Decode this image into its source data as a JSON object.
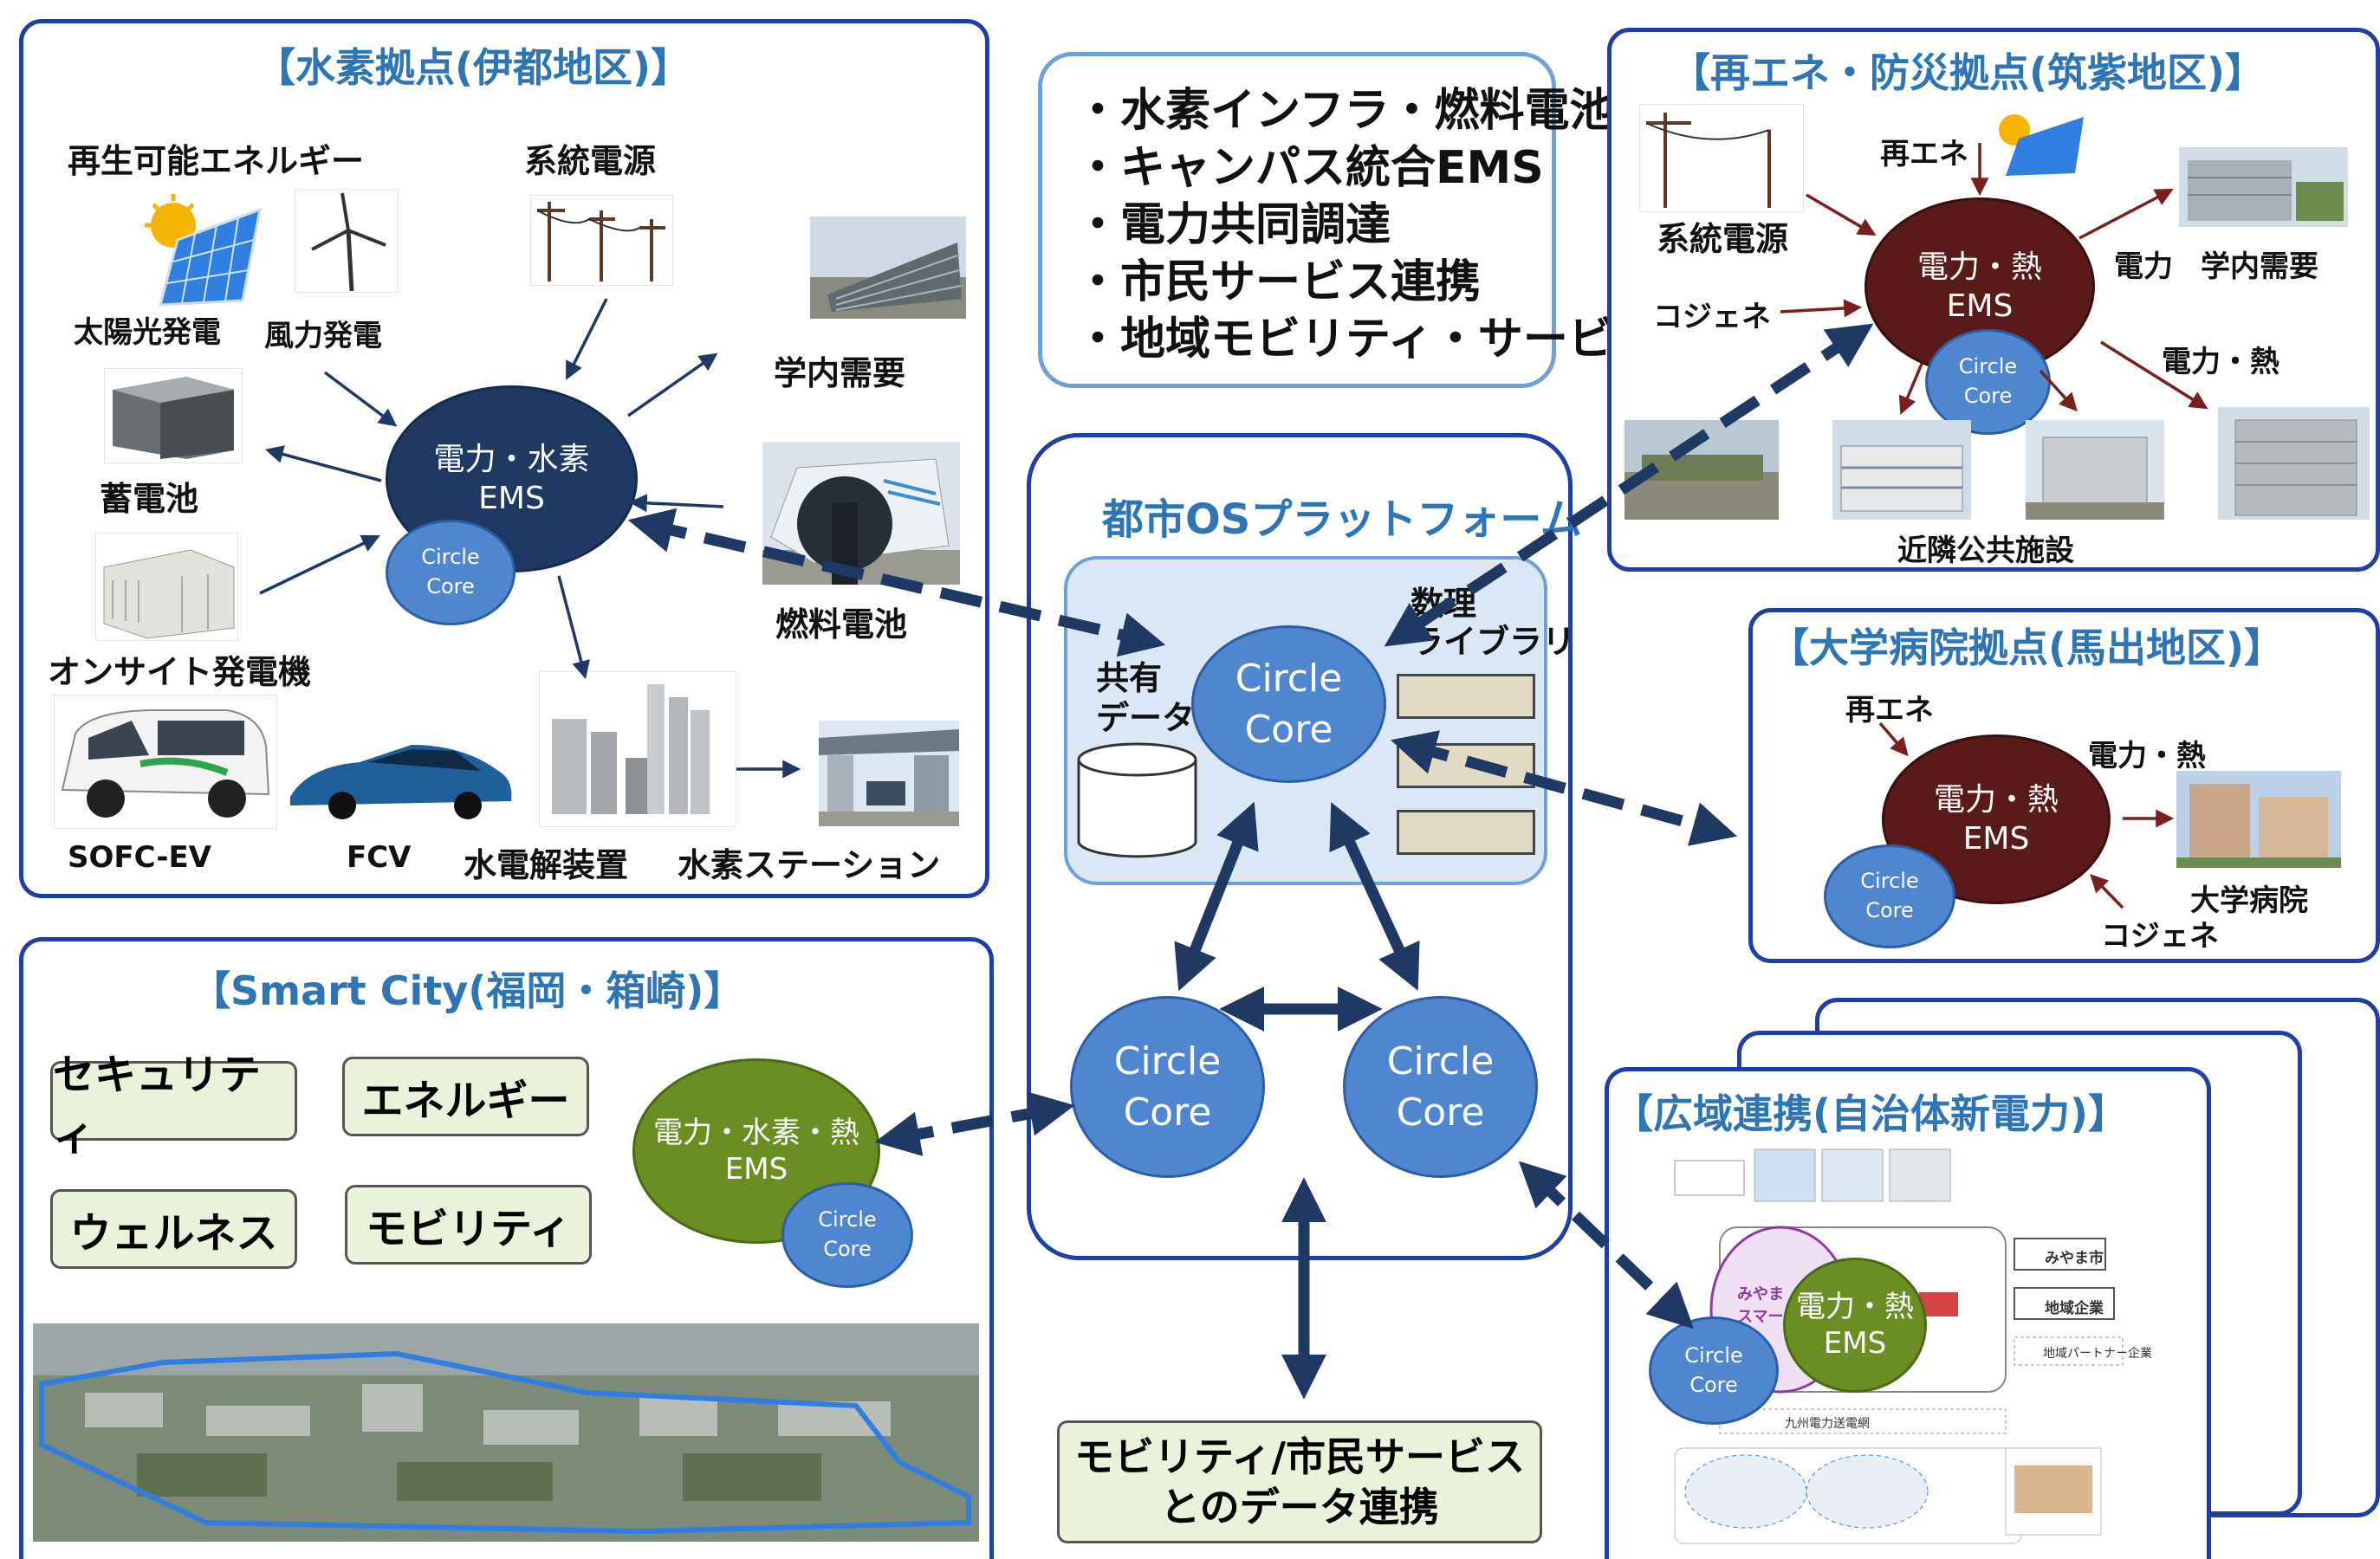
{
  "features": [
    "・水素インフラ・燃料電池",
    "・キャンパス統合EMS",
    "・電力共同調達",
    "・市民サービス連携",
    "・地域モビリティ・サービス"
  ],
  "hydrogen": {
    "title": "【水素拠点(伊都地区)】",
    "renewable": "再生可能エネルギー",
    "grid": "系統電源",
    "solar": "太陽光発電",
    "wind": "風力発電",
    "campus_demand": "学内需要",
    "battery": "蓄電池",
    "onsite_gen": "オンサイト発電機",
    "fuel_cell": "燃料電池",
    "sofc_ev": "SOFC-EV",
    "fcv": "FCV",
    "electrolyzer": "水電解装置",
    "h2_station": "水素ステーション",
    "ems_line1": "電力・水素",
    "ems_line2": "EMS",
    "core_line1": "Circle",
    "core_line2": "Core"
  },
  "platform": {
    "title": "都市OSプラットフォーム",
    "shared_data": "共有\nデータ",
    "math_library": "数理\nライブラリ",
    "core_line1": "Circle",
    "core_line2": "Core"
  },
  "renewable_disaster": {
    "title": "【再エネ・防災拠点(筑紫地区)】",
    "renewable": "再エネ",
    "grid": "系統電源",
    "cogen": "コジェネ",
    "power": "電力",
    "campus_demand": "学内需要",
    "power_heat": "電力・熱",
    "public_facilities": "近隣公共施設",
    "ems_line1": "電力・熱",
    "ems_line2": "EMS",
    "core_line1": "Circle",
    "core_line2": "Core"
  },
  "hospital": {
    "title": "【大学病院拠点(馬出地区)】",
    "renewable": "再エネ",
    "power_heat": "電力・熱",
    "hospital": "大学病院",
    "cogen": "コジェネ",
    "ems_line1": "電力・熱",
    "ems_line2": "EMS",
    "core_line1": "Circle",
    "core_line2": "Core"
  },
  "smart_city": {
    "title": "【Smart City(福岡・箱崎)】",
    "security": "セキュリティ",
    "energy": "エネルギー",
    "wellness": "ウェルネス",
    "mobility": "モビリティ",
    "ems_line1": "電力・水素・熱",
    "ems_line2": "EMS",
    "core_line1": "Circle",
    "core_line2": "Core"
  },
  "wide_area": {
    "title": "【広域連携(自治体新電力)】",
    "ems_line1": "電力・熱",
    "ems_line2": "EMS",
    "core_line1": "Circle",
    "core_line2": "Core",
    "inset_city": "みやま市",
    "inset_company": "地域企業",
    "inset_partner": "地域パートナー企業",
    "inset_grid": "九州電力送電網",
    "inset_smart": "みやま\nスマート"
  },
  "mobility_service": {
    "line1": "モビリティ/市民サービス",
    "line2": "とのデータ連携"
  },
  "colors": {
    "panel_border": "#1f3fa6",
    "title_blue": "#2e75b6",
    "core_blue": "#4f86d0",
    "ems_navy": "#1f3864",
    "ems_maroon": "#5a1a1a",
    "ems_olive": "#6b8e23",
    "arrow_navy": "#1f3864"
  }
}
